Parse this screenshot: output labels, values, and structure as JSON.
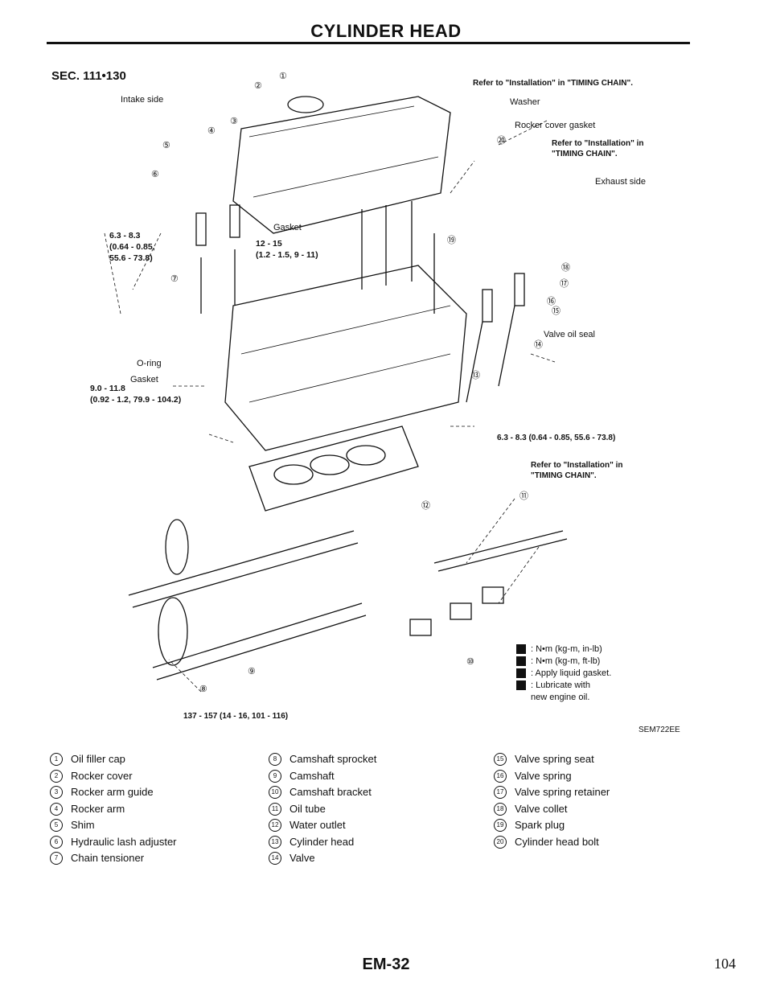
{
  "header": {
    "title": "CYLINDER HEAD"
  },
  "section": "SEC. 111•130",
  "notes": {
    "intake_side": "Intake side",
    "exhaust_side": "Exhaust side",
    "refer_timing_1": "Refer to \"Installation\" in \"TIMING CHAIN\".",
    "washer": "Washer",
    "rocker_cover_gasket": "Rocker cover gasket",
    "refer_timing_2a": "Refer to \"Installation\" in",
    "refer_timing_2b": "\"TIMING CHAIN\".",
    "torque_left_a": "6.3 - 8.3",
    "torque_left_b": "(0.64 - 0.85,",
    "torque_left_c": "55.6 - 73.8)",
    "gasket_top": "Gasket",
    "torque_mid_a": "12 - 15",
    "torque_mid_b": "(1.2 - 1.5, 9 - 11)",
    "oring": "O-ring",
    "gasket_lower": "Gasket",
    "torque_low_a": "9.0 - 11.8",
    "torque_low_b": "(0.92 - 1.2, 79.9 - 104.2)",
    "valve_oil_seal": "Valve oil seal",
    "torque_right": "6.3 - 8.3 (0.64 - 0.85, 55.6 - 73.8)",
    "refer_timing_3a": "Refer to \"Installation\" in",
    "refer_timing_3b": "\"TIMING CHAIN\".",
    "torque_bottom": "137 - 157 (14 - 16, 101 - 116)"
  },
  "legend": [
    {
      "icon": "torque-nm-kgm-inlb-icon",
      "text": ": N•m (kg-m, in-lb)"
    },
    {
      "icon": "torque-nm-kgm-ftlb-icon",
      "text": ": N•m (kg-m, ft-lb)"
    },
    {
      "icon": "liquid-gasket-icon",
      "text": ": Apply liquid gasket."
    },
    {
      "icon": "lubricate-icon",
      "text": ": Lubricate with"
    },
    {
      "icon": "",
      "text": "new engine oil."
    }
  ],
  "figure_code": "SEM722EE",
  "parts": {
    "col1": [
      {
        "n": "1",
        "name": "Oil filler cap"
      },
      {
        "n": "2",
        "name": "Rocker cover"
      },
      {
        "n": "3",
        "name": "Rocker arm guide"
      },
      {
        "n": "4",
        "name": "Rocker arm"
      },
      {
        "n": "5",
        "name": "Shim"
      },
      {
        "n": "6",
        "name": "Hydraulic lash adjuster"
      },
      {
        "n": "7",
        "name": "Chain tensioner"
      }
    ],
    "col2": [
      {
        "n": "8",
        "name": "Camshaft sprocket"
      },
      {
        "n": "9",
        "name": "Camshaft"
      },
      {
        "n": "10",
        "name": "Camshaft bracket"
      },
      {
        "n": "11",
        "name": "Oil tube"
      },
      {
        "n": "12",
        "name": "Water outlet"
      },
      {
        "n": "13",
        "name": "Cylinder head"
      },
      {
        "n": "14",
        "name": "Valve"
      }
    ],
    "col3": [
      {
        "n": "15",
        "name": "Valve spring seat"
      },
      {
        "n": "16",
        "name": "Valve spring"
      },
      {
        "n": "17",
        "name": "Valve spring retainer"
      },
      {
        "n": "18",
        "name": "Valve collet"
      },
      {
        "n": "19",
        "name": "Spark plug"
      },
      {
        "n": "20",
        "name": "Cylinder head bolt"
      }
    ]
  },
  "footer": {
    "code": "EM-32",
    "page": "104"
  }
}
